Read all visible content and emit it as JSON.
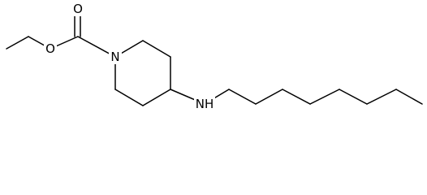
{
  "structure": {
    "atoms": [
      {
        "id": "ring_n",
        "symbol": "N"
      },
      {
        "id": "carbonyl_o",
        "symbol": "O"
      },
      {
        "id": "ester_o",
        "symbol": "O"
      },
      {
        "id": "amine_n",
        "symbol": "N",
        "h": "H"
      }
    ]
  }
}
